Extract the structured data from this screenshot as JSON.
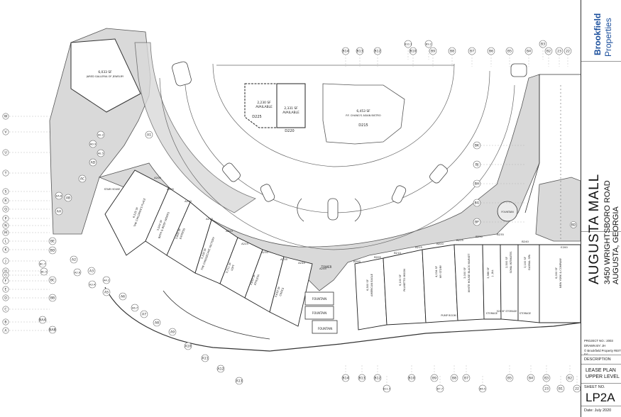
{
  "sheet_info": {
    "company_line1": "Brookfield",
    "company_line2": "Properties",
    "mall_name": "AUGUSTA MALL",
    "address_line1": "3450 WRIGHTSBORO ROAD",
    "address_line2": "AUGUSTA, GEORGIA",
    "project_no": "PROJECT NO.: 2003",
    "drawn_by": "DRAWN BY: JH",
    "copyright": "© Brookfield Property REIT Inc.",
    "description_label": "DESCRIPTION",
    "description_line1": "LEASE PLAN",
    "description_line2": "UPPER LEVEL",
    "sheet_no_label": "SHEET NO.",
    "sheet_no": "LP2A",
    "date": "Date: July 2020"
  },
  "stores": [
    {
      "sf": "6,033 SF",
      "name": "JARED GALLERIA OF JEWELRY"
    },
    {
      "sf": "2,230 SF",
      "name": "AVAILABLE",
      "unit": "D225"
    },
    {
      "sf": "2,331 SF",
      "name": "AVAILABLE",
      "unit": "D220"
    },
    {
      "sf": "6,453 SF",
      "name": "P.F. CHANG'S ASIAN BISTRO",
      "unit": "D215"
    },
    {
      "sf": "6,535 SF",
      "name": "THE CHILDREN'S PLACE"
    },
    {
      "sf": "5,044 SF",
      "name": "BATH & BODY WORKS"
    },
    {
      "sf": "5,800 SF",
      "name": "EXPRESS"
    },
    {
      "sf": "5,330 SF",
      "name": "THE CHEESECAKE FACTORY"
    },
    {
      "sf": "5,711 SF",
      "name": "LOFT"
    },
    {
      "sf": "3,850 SF",
      "name": "ATHLETA"
    },
    {
      "sf": "5,650 SF",
      "name": "CROCS"
    },
    {
      "sf": "6,500 SF",
      "name": "AMERICAN EAGLE"
    },
    {
      "sf": "6,100 SF",
      "name": "PALMETTO MOON"
    },
    {
      "sf": "4,034 SF",
      "name": "MY STORY"
    },
    {
      "sf": "3,000 SF",
      "name": "WHITE HOUSE BLACK MARKET"
    },
    {
      "sf": "3,986 SF",
      "name": "J. JILL"
    },
    {
      "sf": "2,500 SF",
      "name": "SOMA INTIMATES"
    },
    {
      "sf": "3,100 SF",
      "name": "GLOBAL SPA"
    },
    {
      "sf": "6,000 SF",
      "name": "NEW YORK & COMPANY"
    }
  ],
  "features": {
    "fountain": "FOUNTAIN",
    "tower": "TOWER",
    "pump_room": "PUMP ROOM",
    "storage": "STORAGE",
    "storage_522": "522 SF STORAGE",
    "stair": "STAIR HOUSE"
  },
  "units": [
    "A200",
    "A205",
    "A210",
    "A215",
    "A220",
    "A225",
    "A230",
    "A235",
    "A240",
    "A245",
    "B200",
    "B205",
    "B210",
    "B215",
    "B220",
    "B225",
    "B230",
    "B235",
    "B240",
    "E200"
  ],
  "grid_top": [
    "B14",
    "B13",
    "B12",
    "B10.1",
    "B10",
    "B9.2",
    "B9",
    "B8",
    "B7",
    "B6",
    "B5",
    "B4",
    "B3",
    "B2",
    "23",
    "22"
  ],
  "grid_bottom": [
    "B14",
    "B13",
    "B12",
    "B11.5",
    "B10",
    "B9",
    "B8",
    "B7.7",
    "B7",
    "B6.5",
    "B5",
    "B4",
    "B3",
    "23",
    "B1",
    "B2",
    "22"
  ],
  "grid_left": [
    "W",
    "V",
    "U",
    "T",
    "S",
    "R",
    "Q",
    "P",
    "N",
    "M",
    "L",
    "K",
    "J",
    "H",
    "G",
    "F",
    "E",
    "D",
    "C",
    "B",
    "A"
  ],
  "grid_inner": [
    "AE.2",
    "AD.9",
    "AE.5",
    "AD",
    "AC",
    "AA.8",
    "AB",
    "AA",
    "A1",
    "BE",
    "BD",
    "BC.7",
    "BC.5",
    "BC",
    "BB",
    "BAA",
    "BAB",
    "A2",
    "A2.8",
    "A3",
    "A3.4",
    "A4.2",
    "A5",
    "A6",
    "A6.7",
    "A7",
    "A8",
    "A9",
    "A10",
    "A11",
    "A12",
    "A13"
  ],
  "grid_right": [
    "BK",
    "BJ",
    "BH",
    "BG",
    "BF"
  ],
  "grid_right_wing": [
    "BD"
  ]
}
